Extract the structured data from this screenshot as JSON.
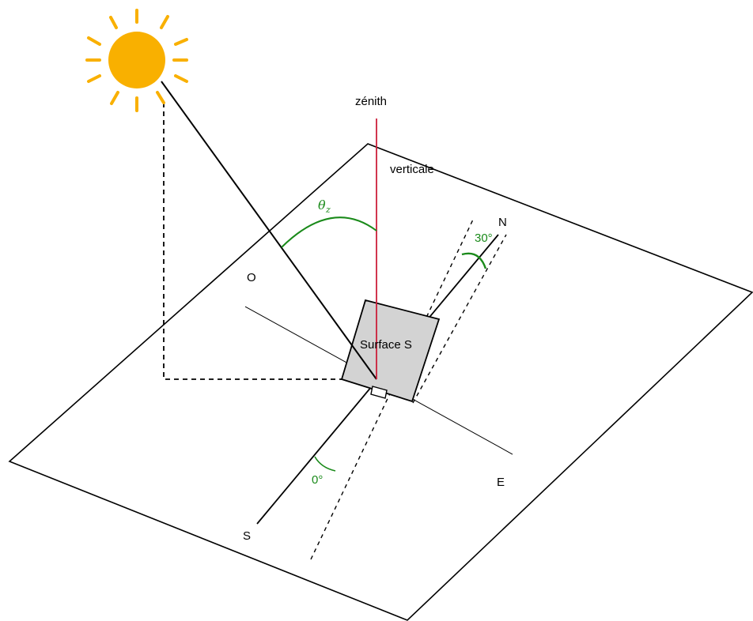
{
  "labels": {
    "zenith": "zénith",
    "verticale": "verticale",
    "north": "N",
    "south": "S",
    "east": "E",
    "west": "O",
    "surface": "Surface S",
    "tilt_angle": "30°",
    "azimuth_angle": "0°",
    "theta_symbol": "θ",
    "theta_subscript": "z"
  },
  "colors": {
    "sun": "#f9b000",
    "zenith_line": "#cc1f3a",
    "angle": "#1a8a1a",
    "surface_fill": "#d3d3d3",
    "line": "#000000"
  },
  "icons": {
    "sun": "sun-icon"
  }
}
